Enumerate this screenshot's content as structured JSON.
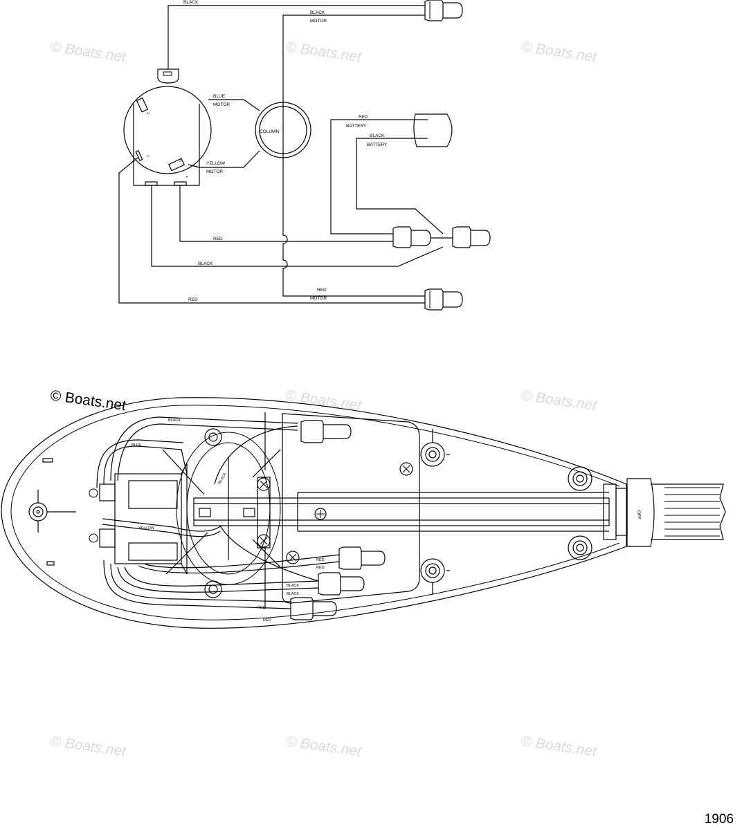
{
  "watermark": "© Boats.net",
  "page_number": "1906",
  "schematic": {
    "wires": {
      "black_top": "BLACK",
      "black_motor_1": "BLACK",
      "black_motor_2": "MOTOR",
      "blue_motor_1": "BLUE",
      "blue_motor_2": "MOTOR",
      "yellow_motor_1": "YELLOW",
      "yellow_motor_2": "MOTOR",
      "column": "COLUMN",
      "red_battery_1": "RED",
      "red_battery_2": "BATTERY",
      "black_battery_1": "BLACK",
      "black_battery_2": "BATTERY",
      "red_mid": "RED",
      "black_mid": "BLACK",
      "red_motor_1": "RED",
      "red_motor_2": "MOTOR",
      "red_bottom": "RED"
    },
    "terminals": {
      "t2": "2",
      "t1": "1",
      "t3": "3",
      "plus": "+"
    }
  },
  "assembly": {
    "labels": {
      "black": "BLACK",
      "blue": "BLUE",
      "black_diag": "BLACK",
      "yellow": "YELLOW",
      "red_a": "RED",
      "red_b": "RED",
      "black_a": "BLACK",
      "black_b": "BLACK",
      "red_c": "RED",
      "red_d": "RED",
      "off": "OFF"
    }
  }
}
